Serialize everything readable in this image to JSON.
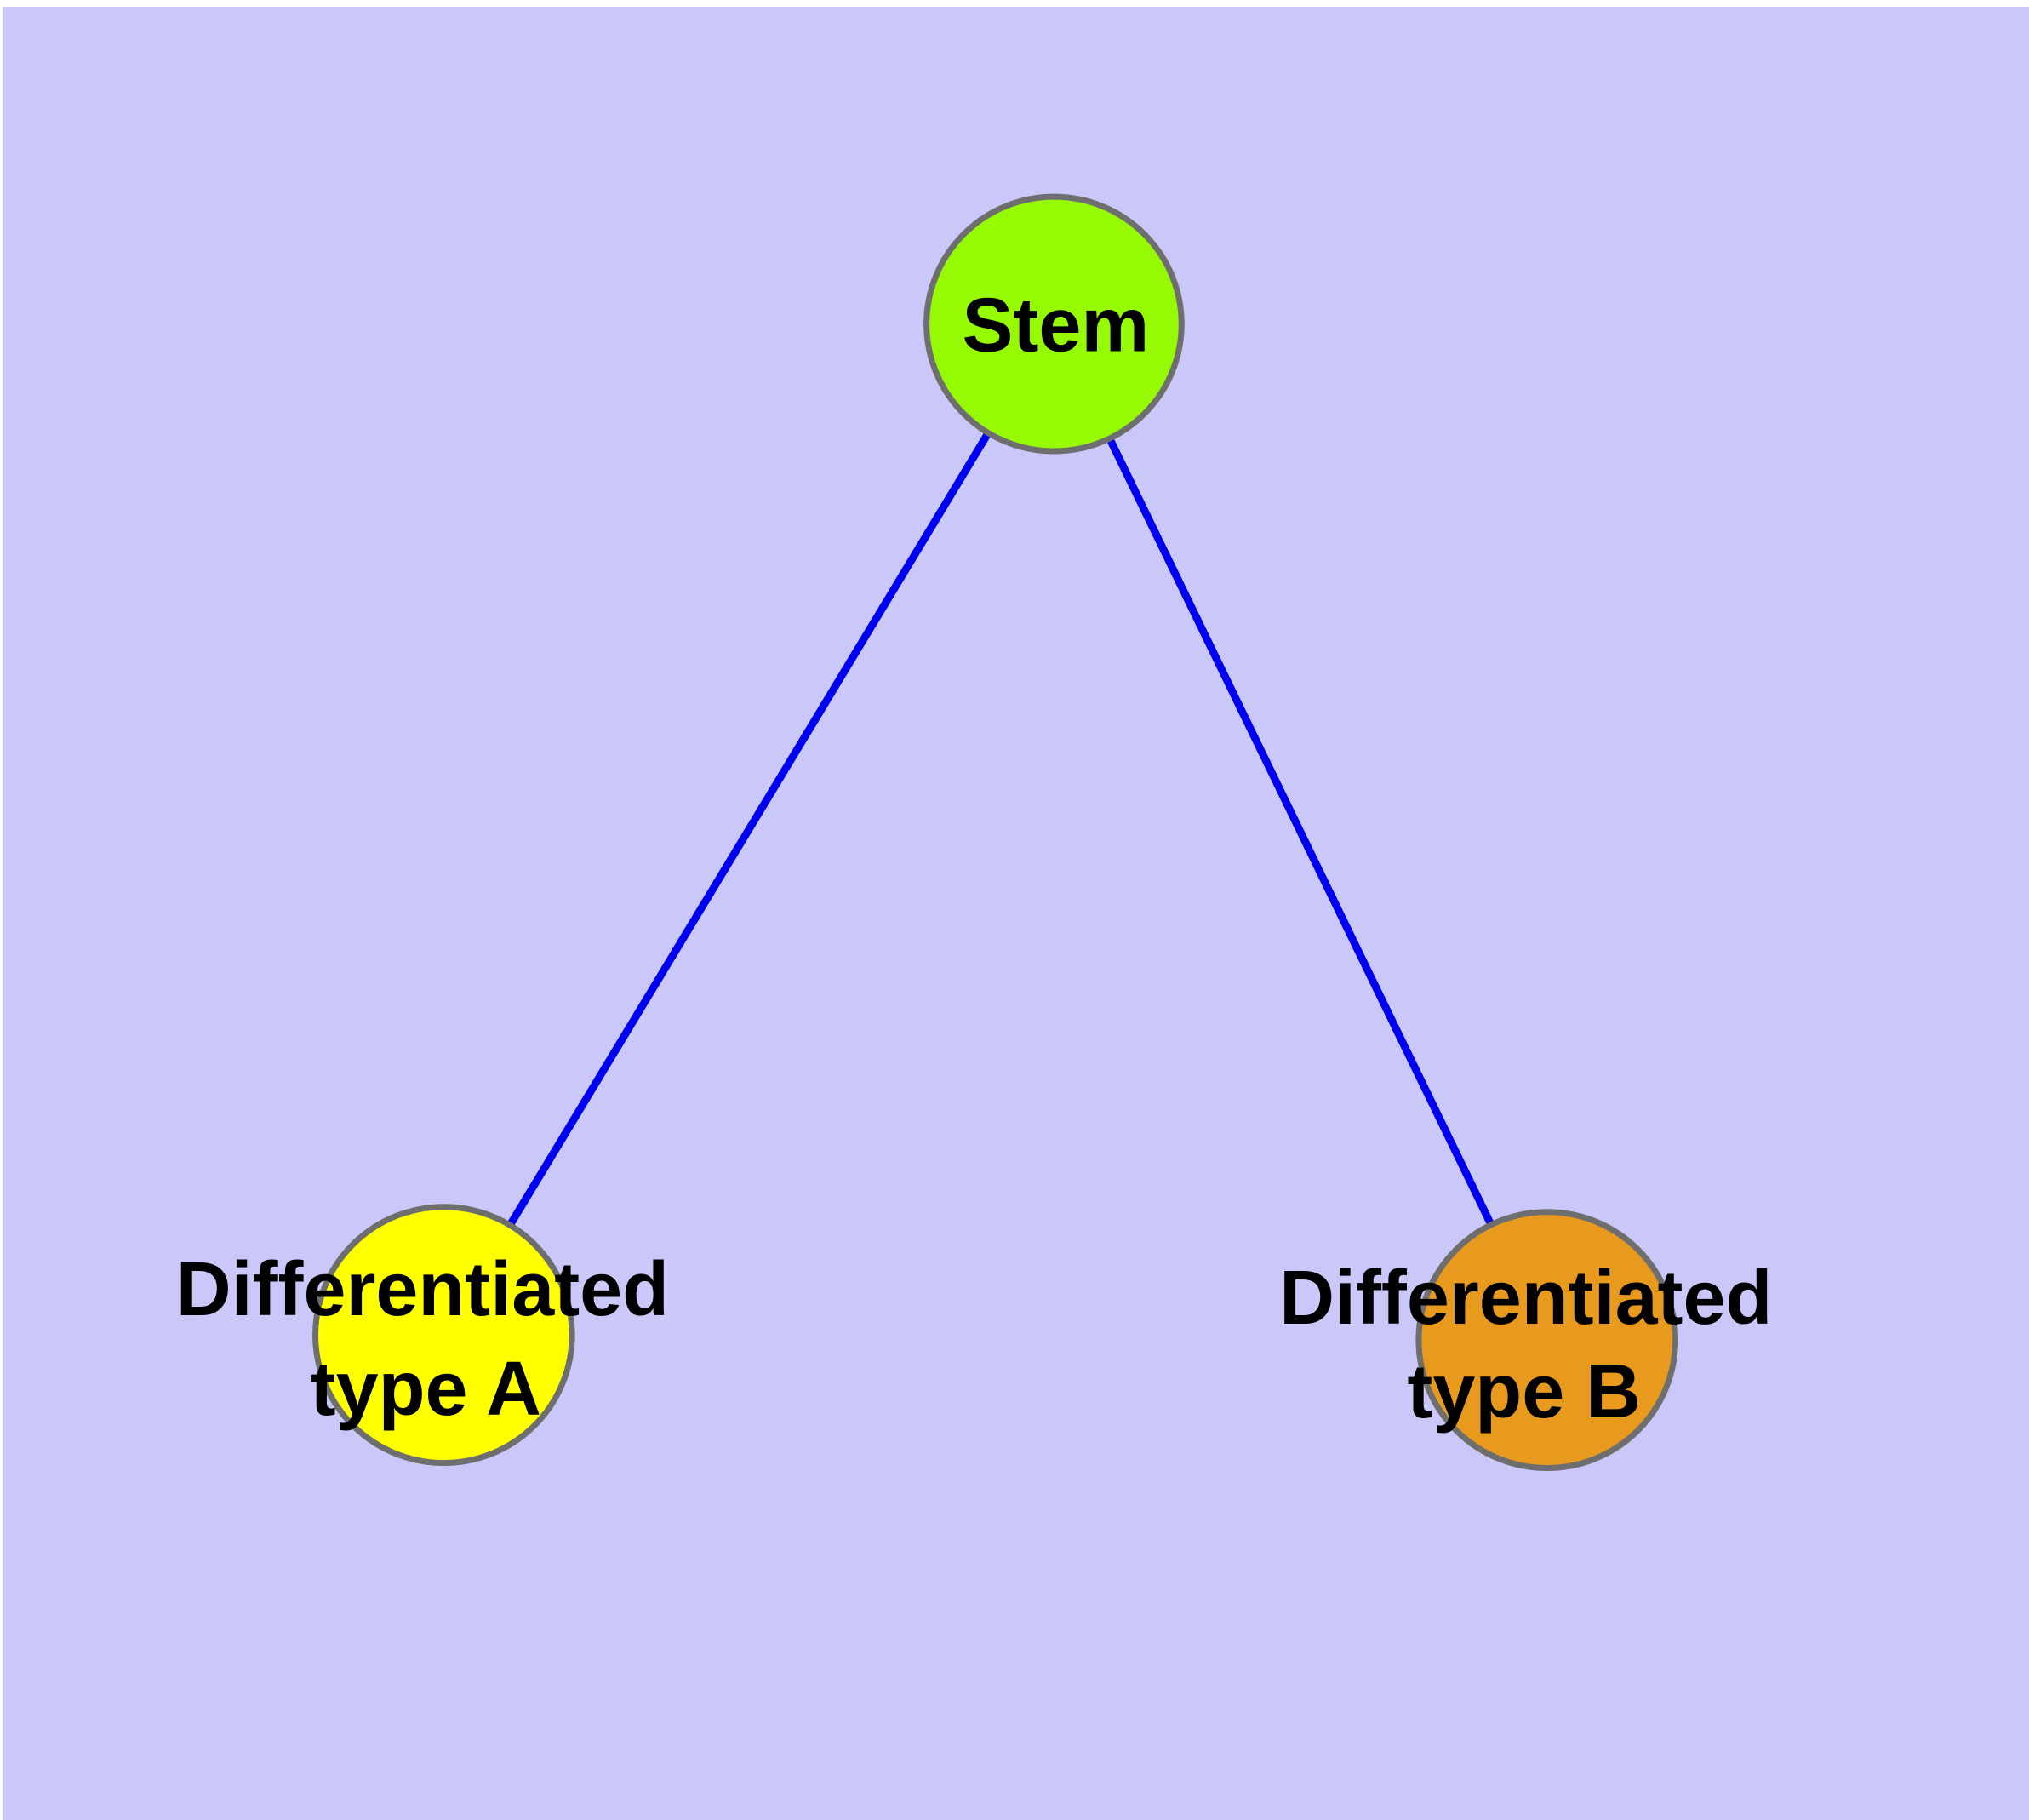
{
  "diagram": {
    "type": "graph",
    "description": "Stem cell differentiation tree with one root node and two differentiated child nodes",
    "nodes": [
      {
        "id": "stem",
        "label": "Stem",
        "fill": "#97fa05"
      },
      {
        "id": "differentiated-type-a",
        "label_line1": "Differentiated",
        "label_line2": "type A",
        "fill": "#ffff00"
      },
      {
        "id": "differentiated-type-b",
        "label_line1": "Differentiated",
        "label_line2": "type B",
        "fill": "#e79a1d"
      }
    ],
    "edges": [
      {
        "from": "stem",
        "to": "differentiated-type-a"
      },
      {
        "from": "stem",
        "to": "differentiated-type-b"
      }
    ]
  },
  "colors": {
    "background": "#c9c8f8",
    "frame": "#ffffff",
    "node_border": "#6e6e6e",
    "edge": "#0000f0",
    "label_text": "#000000"
  }
}
